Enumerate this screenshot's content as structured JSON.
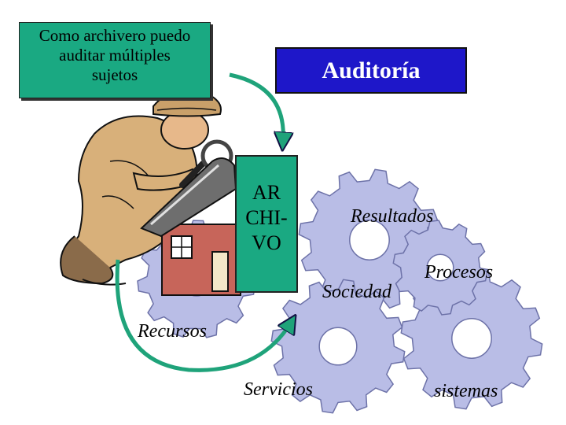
{
  "callout": {
    "lines": [
      "Como archivero puedo",
      "auditar múltiples",
      "sujetos"
    ]
  },
  "audit_box": {
    "label": "Auditoría"
  },
  "archivo_box": {
    "lines": [
      "AR",
      "CHI-",
      "VO"
    ]
  },
  "gear_labels": {
    "resultados": "Resultados",
    "procesos": "Procesos",
    "sociedad": "Sociedad",
    "recursos": "Recursos",
    "servicios": "Servicios",
    "sistemas": "sistemas"
  },
  "colors": {
    "gear_fill": "#b9bde6",
    "teal": "#1aa982",
    "blue": "#1e17c9",
    "arrow": "#1fa37a"
  },
  "icons": [
    "detective-clipart",
    "house-clipart",
    "magnifier-icon",
    "gear-icon",
    "curved-arrow-icon"
  ]
}
